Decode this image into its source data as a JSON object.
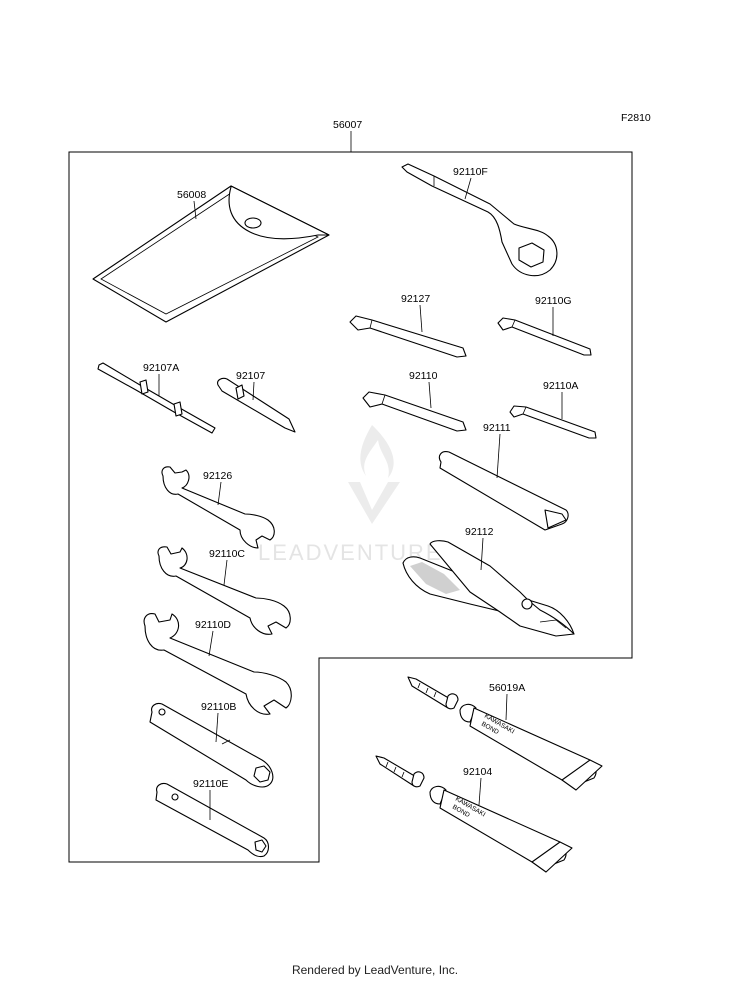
{
  "diagram": {
    "code": "F2810",
    "watermark": "LEADVENTURE",
    "tube_print": [
      "KAWASAKI",
      "BOND"
    ],
    "parts": [
      {
        "id": "kit",
        "label": "56007"
      },
      {
        "id": "pouch",
        "label": "56008"
      },
      {
        "id": "ring-wrench",
        "label": "92110F"
      },
      {
        "id": "hex-key-92127",
        "label": "92127"
      },
      {
        "id": "hex-key-92110G",
        "label": "92110G"
      },
      {
        "id": "hex-key-92110",
        "label": "92110"
      },
      {
        "id": "hex-key-92110A",
        "label": "92110A"
      },
      {
        "id": "screwdriver-grip",
        "label": "92111"
      },
      {
        "id": "pliers",
        "label": "92112"
      },
      {
        "id": "screwdriver-92107A",
        "label": "92107A"
      },
      {
        "id": "screwdriver-92107",
        "label": "92107"
      },
      {
        "id": "wrench-92126",
        "label": "92126"
      },
      {
        "id": "wrench-92110C",
        "label": "92110C"
      },
      {
        "id": "wrench-92110D",
        "label": "92110D"
      },
      {
        "id": "socket-92110B",
        "label": "92110B"
      },
      {
        "id": "socket-92110E",
        "label": "92110E"
      },
      {
        "id": "bond-56019A",
        "label": "56019A"
      },
      {
        "id": "bond-92104",
        "label": "92104"
      }
    ]
  },
  "footer": {
    "text": "Rendered by LeadVenture, Inc."
  }
}
